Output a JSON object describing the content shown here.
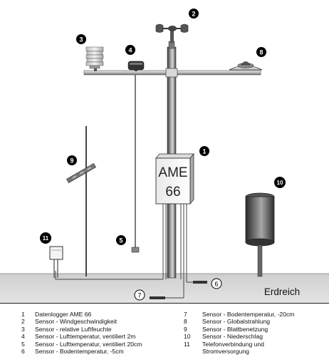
{
  "logger_box": {
    "line1": "AME",
    "line2": "66"
  },
  "ground_label": "Erdreich",
  "markers": [
    "1",
    "2",
    "3",
    "4",
    "5",
    "6",
    "7",
    "8",
    "9",
    "10",
    "11"
  ],
  "legend_left": [
    {
      "num": "1",
      "text": "Datenlogger AME 66"
    },
    {
      "num": "2",
      "text": "Sensor - Windgeschwindigkeit"
    },
    {
      "num": "3",
      "text": "Sensor - relative Luftfeuchte"
    },
    {
      "num": "4",
      "text": "Sensor - Lufttemperatur, ventiliert 2m"
    },
    {
      "num": "5",
      "text": "Sensor - Lufttemperatur, ventiliert 20cm"
    },
    {
      "num": "6",
      "text": "Sensor - Bodentemperatur, -5cm"
    }
  ],
  "legend_right": [
    {
      "num": "7",
      "text": "Sensor - Bodentemperatur, -20cm"
    },
    {
      "num": "8",
      "text": "Sensor - Globalstrahlung"
    },
    {
      "num": "9",
      "text": "Sensor - Blattbenetzung"
    },
    {
      "num": "10",
      "text": "Sensor - Niederschlag"
    },
    {
      "num": "11",
      "text": "Telefonverbindung und"
    }
  ],
  "legend_right_continuation": "Stromversorgung"
}
